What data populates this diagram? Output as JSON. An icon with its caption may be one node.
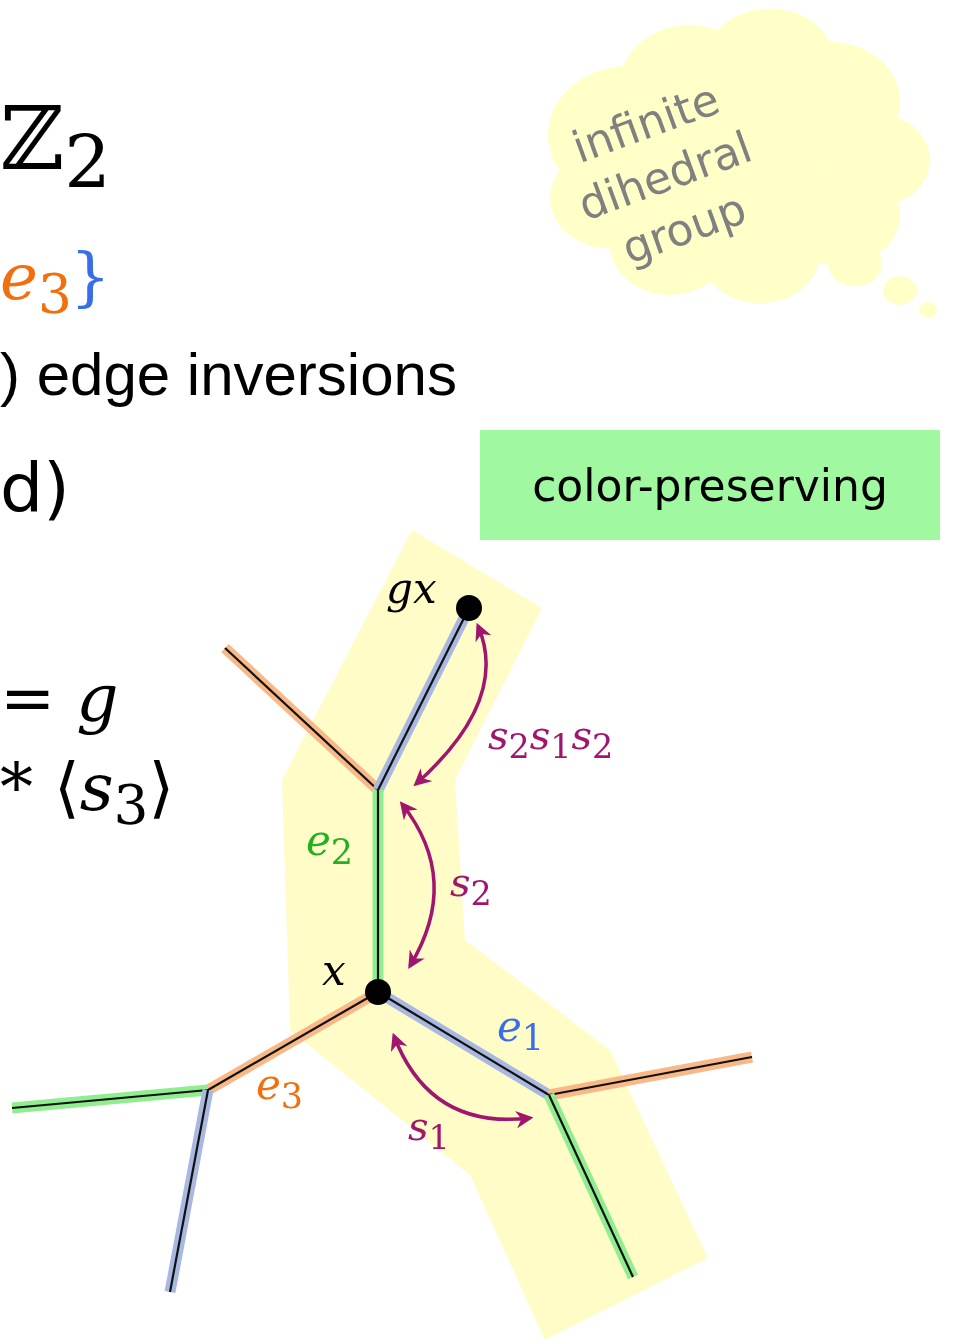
{
  "diagram": {
    "nodes": [
      {
        "text": [
          "infinite dihedral group"
        ]
      },
      {
        "text": [
          "color-preserving"
        ]
      }
    ],
    "labels": [
      "ℤ$_{2}$",
      "*e*$_{3}$",
      "}",
      ") edge inversions",
      "d)",
      "= *g*",
      "* ⟨*s*$_{3}$⟩",
      "*gx*",
      "*s*$_{2}$*s*$_{1}$*s*$_{2}$",
      "*e*$_{2}$",
      "*s*$_{2}$",
      "*x*",
      "*e*$_{1}$",
      "*e*$_{3}$",
      "*s*$_{1}$"
    ]
  }
}
